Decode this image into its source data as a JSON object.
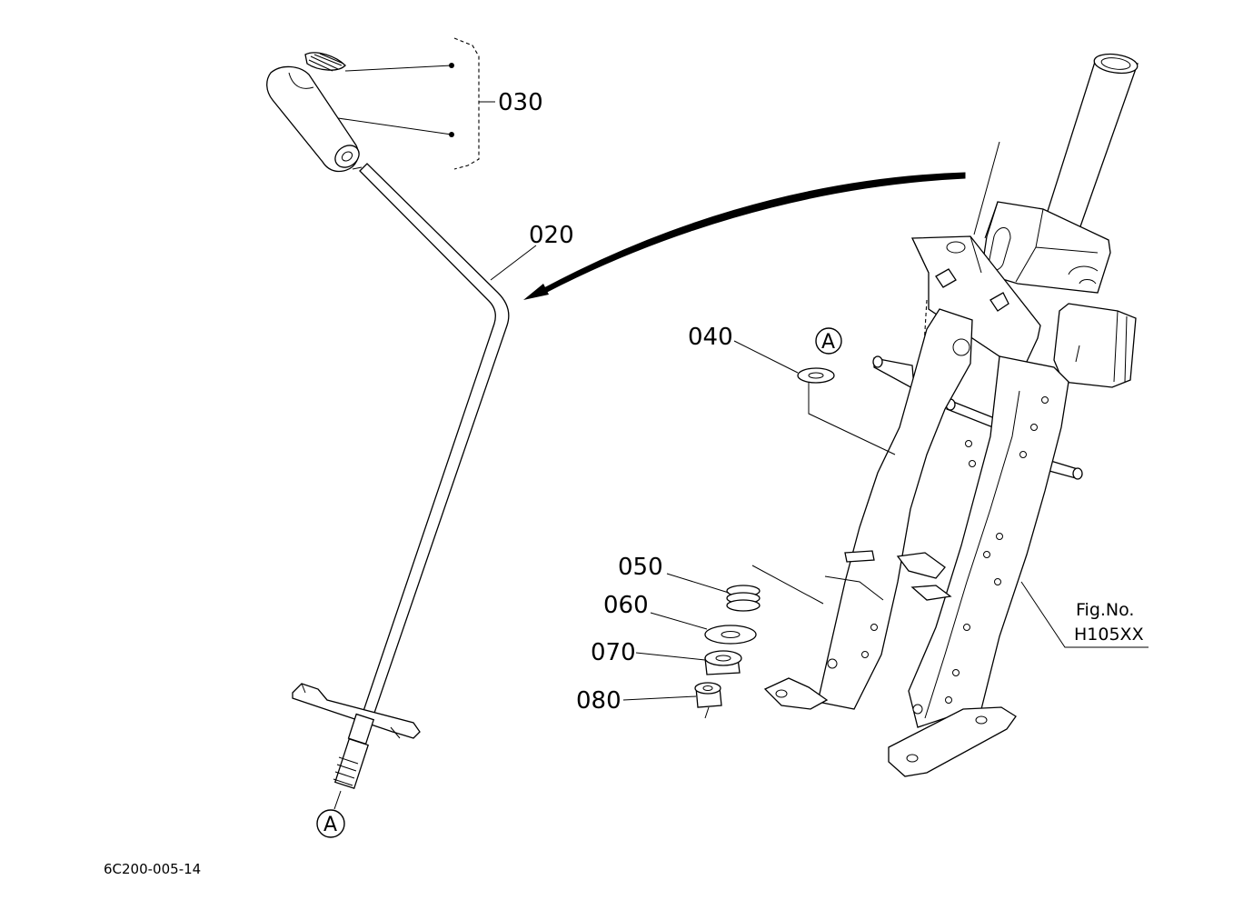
{
  "parts": [
    {
      "id": "p030",
      "label": "030"
    },
    {
      "id": "p020",
      "label": "020"
    },
    {
      "id": "p040",
      "label": "040"
    },
    {
      "id": "p050",
      "label": "050"
    },
    {
      "id": "p060",
      "label": "060"
    },
    {
      "id": "p070",
      "label": "070"
    },
    {
      "id": "p080",
      "label": "080"
    }
  ],
  "reference_marks": {
    "a_top": "A",
    "a_bottom": "A"
  },
  "figure": {
    "line1": "Fig.No.",
    "line2": "H105XX"
  },
  "drawing_code": "6C200-005-14"
}
